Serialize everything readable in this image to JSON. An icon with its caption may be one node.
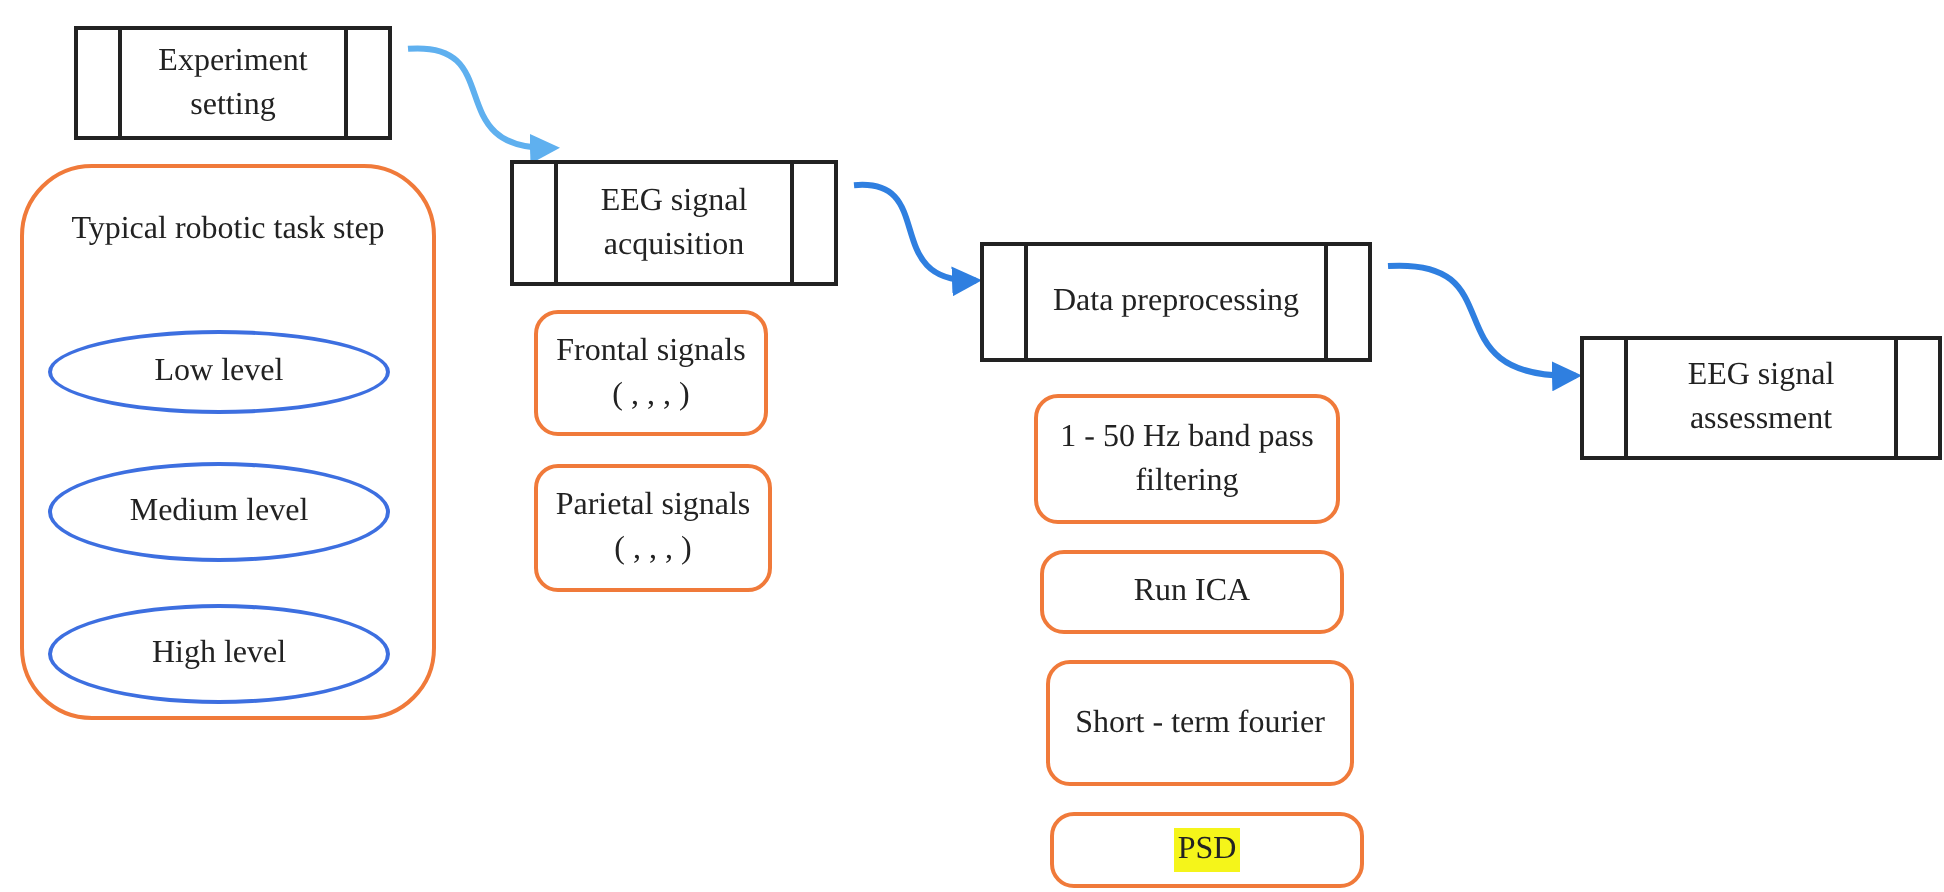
{
  "diagram": {
    "nodes": [
      {
        "text": [
          "Experiment setting"
        ]
      },
      {
        "text": [
          "Typical robotic task step"
        ]
      },
      {
        "text": [
          "Low level"
        ],
        "in": 1
      },
      {
        "text": [
          "Medium level"
        ],
        "in": 1
      },
      {
        "text": [
          "High level"
        ],
        "in": 1
      },
      {
        "text": [
          "EEG signal acquisition"
        ]
      },
      {
        "text": [
          "Frontal signals",
          "( , , , )"
        ]
      },
      {
        "text": [
          "Parietal signals",
          "( , , , )"
        ]
      },
      {
        "text": [
          "Data preprocessing"
        ]
      },
      {
        "text": [
          "1 - 50 Hz band pass filtering"
        ]
      },
      {
        "text": [
          "Run ICA"
        ]
      },
      {
        "text": [
          "Short - term fourier"
        ]
      },
      {
        "text": [
          "PSD"
        ]
      },
      {
        "text": [
          "EEG signal assessment"
        ]
      }
    ],
    "edges": [
      {
        "from": 0,
        "to": 5,
        "arrow": "to",
        "color": "#5fb0ef"
      },
      {
        "from": 5,
        "to": 8,
        "arrow": "to"
      },
      {
        "from": 8,
        "to": 13,
        "arrow": "to"
      }
    ]
  }
}
